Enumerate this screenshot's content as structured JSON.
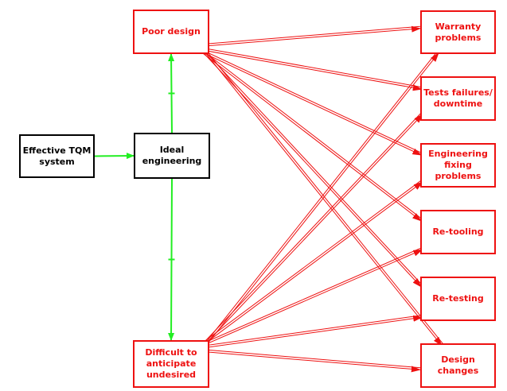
{
  "colors": {
    "outcome": "#ee1111",
    "arrow_red": "#ee1111",
    "arrow_green": "#22ee22",
    "neutral": "#000000"
  },
  "nodes": {
    "effective_tqm": "Effective TQM\nsystem",
    "ideal_engineering": "Ideal\nengineering",
    "poor_design": "Poor design",
    "difficult": "Difficult to\nanticipate\nundesired",
    "warranty": "Warranty\nproblems",
    "tests_failures": "Tests failures/\ndowntime",
    "engineering_fixing": "Engineering\nfixing\nproblems",
    "retooling": "Re-tooling",
    "retesting": "Re-testing",
    "design_changes": "Design\nchanges"
  },
  "edges": [
    {
      "from": "effective_tqm",
      "to": "ideal_engineering",
      "color": "green"
    },
    {
      "from": "ideal_engineering",
      "to": "poor_design",
      "color": "green",
      "marked": true
    },
    {
      "from": "ideal_engineering",
      "to": "difficult",
      "color": "green",
      "marked": true
    },
    {
      "from": "poor_design",
      "to": "warranty",
      "color": "red"
    },
    {
      "from": "poor_design",
      "to": "tests_failures",
      "color": "red"
    },
    {
      "from": "poor_design",
      "to": "engineering_fixing",
      "color": "red"
    },
    {
      "from": "poor_design",
      "to": "retooling",
      "color": "red"
    },
    {
      "from": "poor_design",
      "to": "retesting",
      "color": "red"
    },
    {
      "from": "poor_design",
      "to": "design_changes",
      "color": "red"
    },
    {
      "from": "difficult",
      "to": "warranty",
      "color": "red"
    },
    {
      "from": "difficult",
      "to": "tests_failures",
      "color": "red"
    },
    {
      "from": "difficult",
      "to": "engineering_fixing",
      "color": "red"
    },
    {
      "from": "difficult",
      "to": "retooling",
      "color": "red"
    },
    {
      "from": "difficult",
      "to": "retesting",
      "color": "red"
    },
    {
      "from": "difficult",
      "to": "design_changes",
      "color": "red"
    }
  ]
}
